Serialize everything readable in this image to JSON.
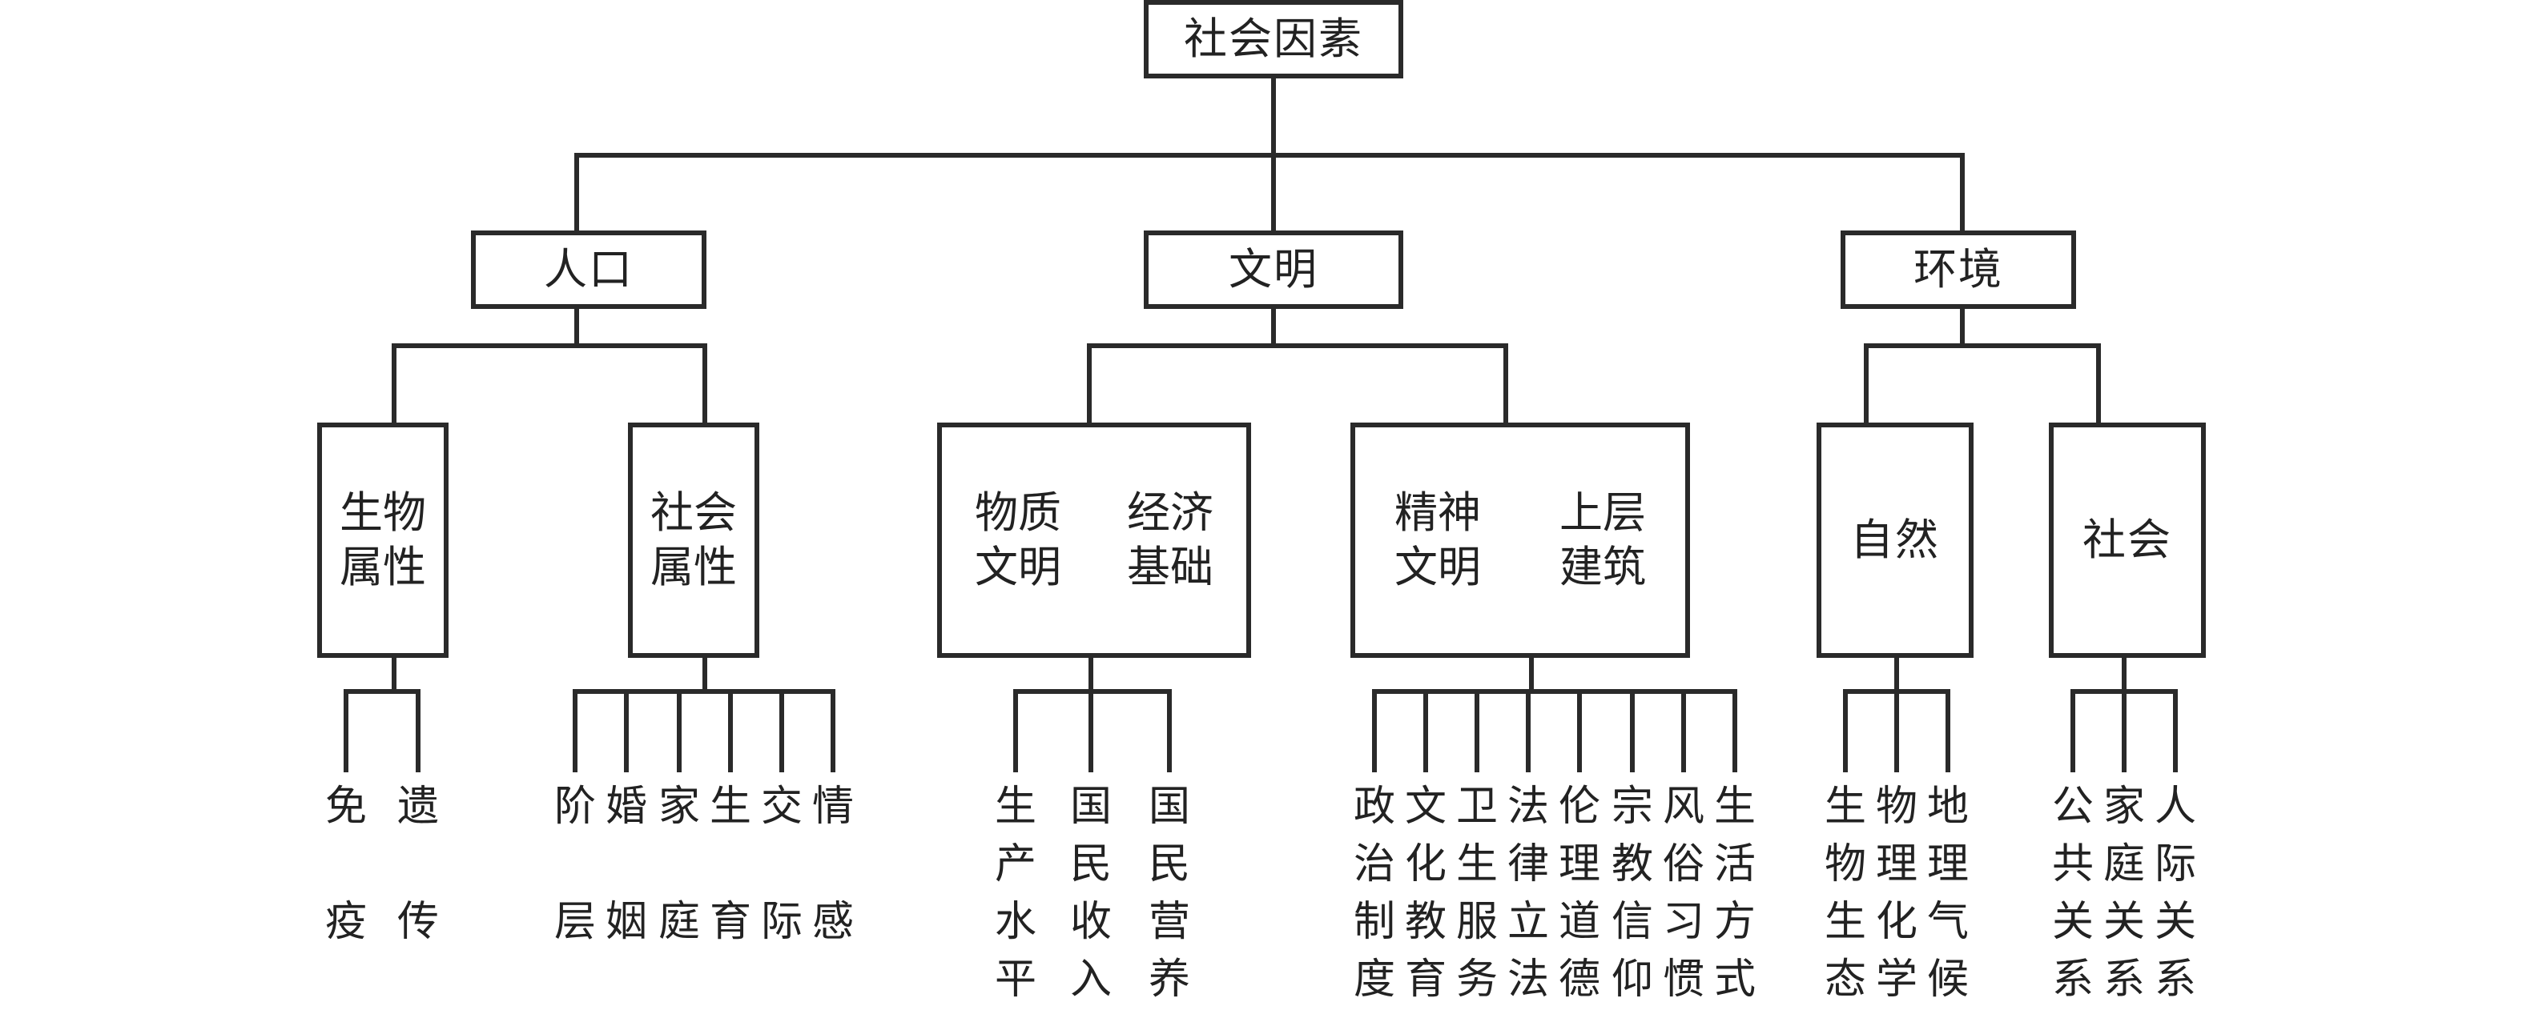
{
  "root": "社会因素",
  "level1": [
    {
      "label": "人口"
    },
    {
      "label": "文明"
    },
    {
      "label": "环境"
    }
  ],
  "level2": {
    "bio": "生物属性",
    "social_attr": "社会属性",
    "material": "物质文明",
    "economic": "经济基础",
    "spirit": "精神文明",
    "super": "上层建筑",
    "nature": "自然",
    "society": "社会"
  },
  "leaves": {
    "bio": [
      "免疫",
      "遗传"
    ],
    "social_attr": [
      "阶层",
      "婚姻",
      "家庭",
      "生育",
      "交际",
      "情感"
    ],
    "material": [
      "生产水平",
      "国民收入",
      "国民营养"
    ],
    "spirit": [
      "政治制度",
      "文化教育",
      "卫生服务",
      "法律立法",
      "伦理道德",
      "宗教信仰",
      "风俗习惯",
      "生活方式"
    ],
    "nature": [
      "生物生态",
      "物理化学",
      "地理气候"
    ],
    "society": [
      "公共关系",
      "家庭关系",
      "人际关系"
    ]
  }
}
